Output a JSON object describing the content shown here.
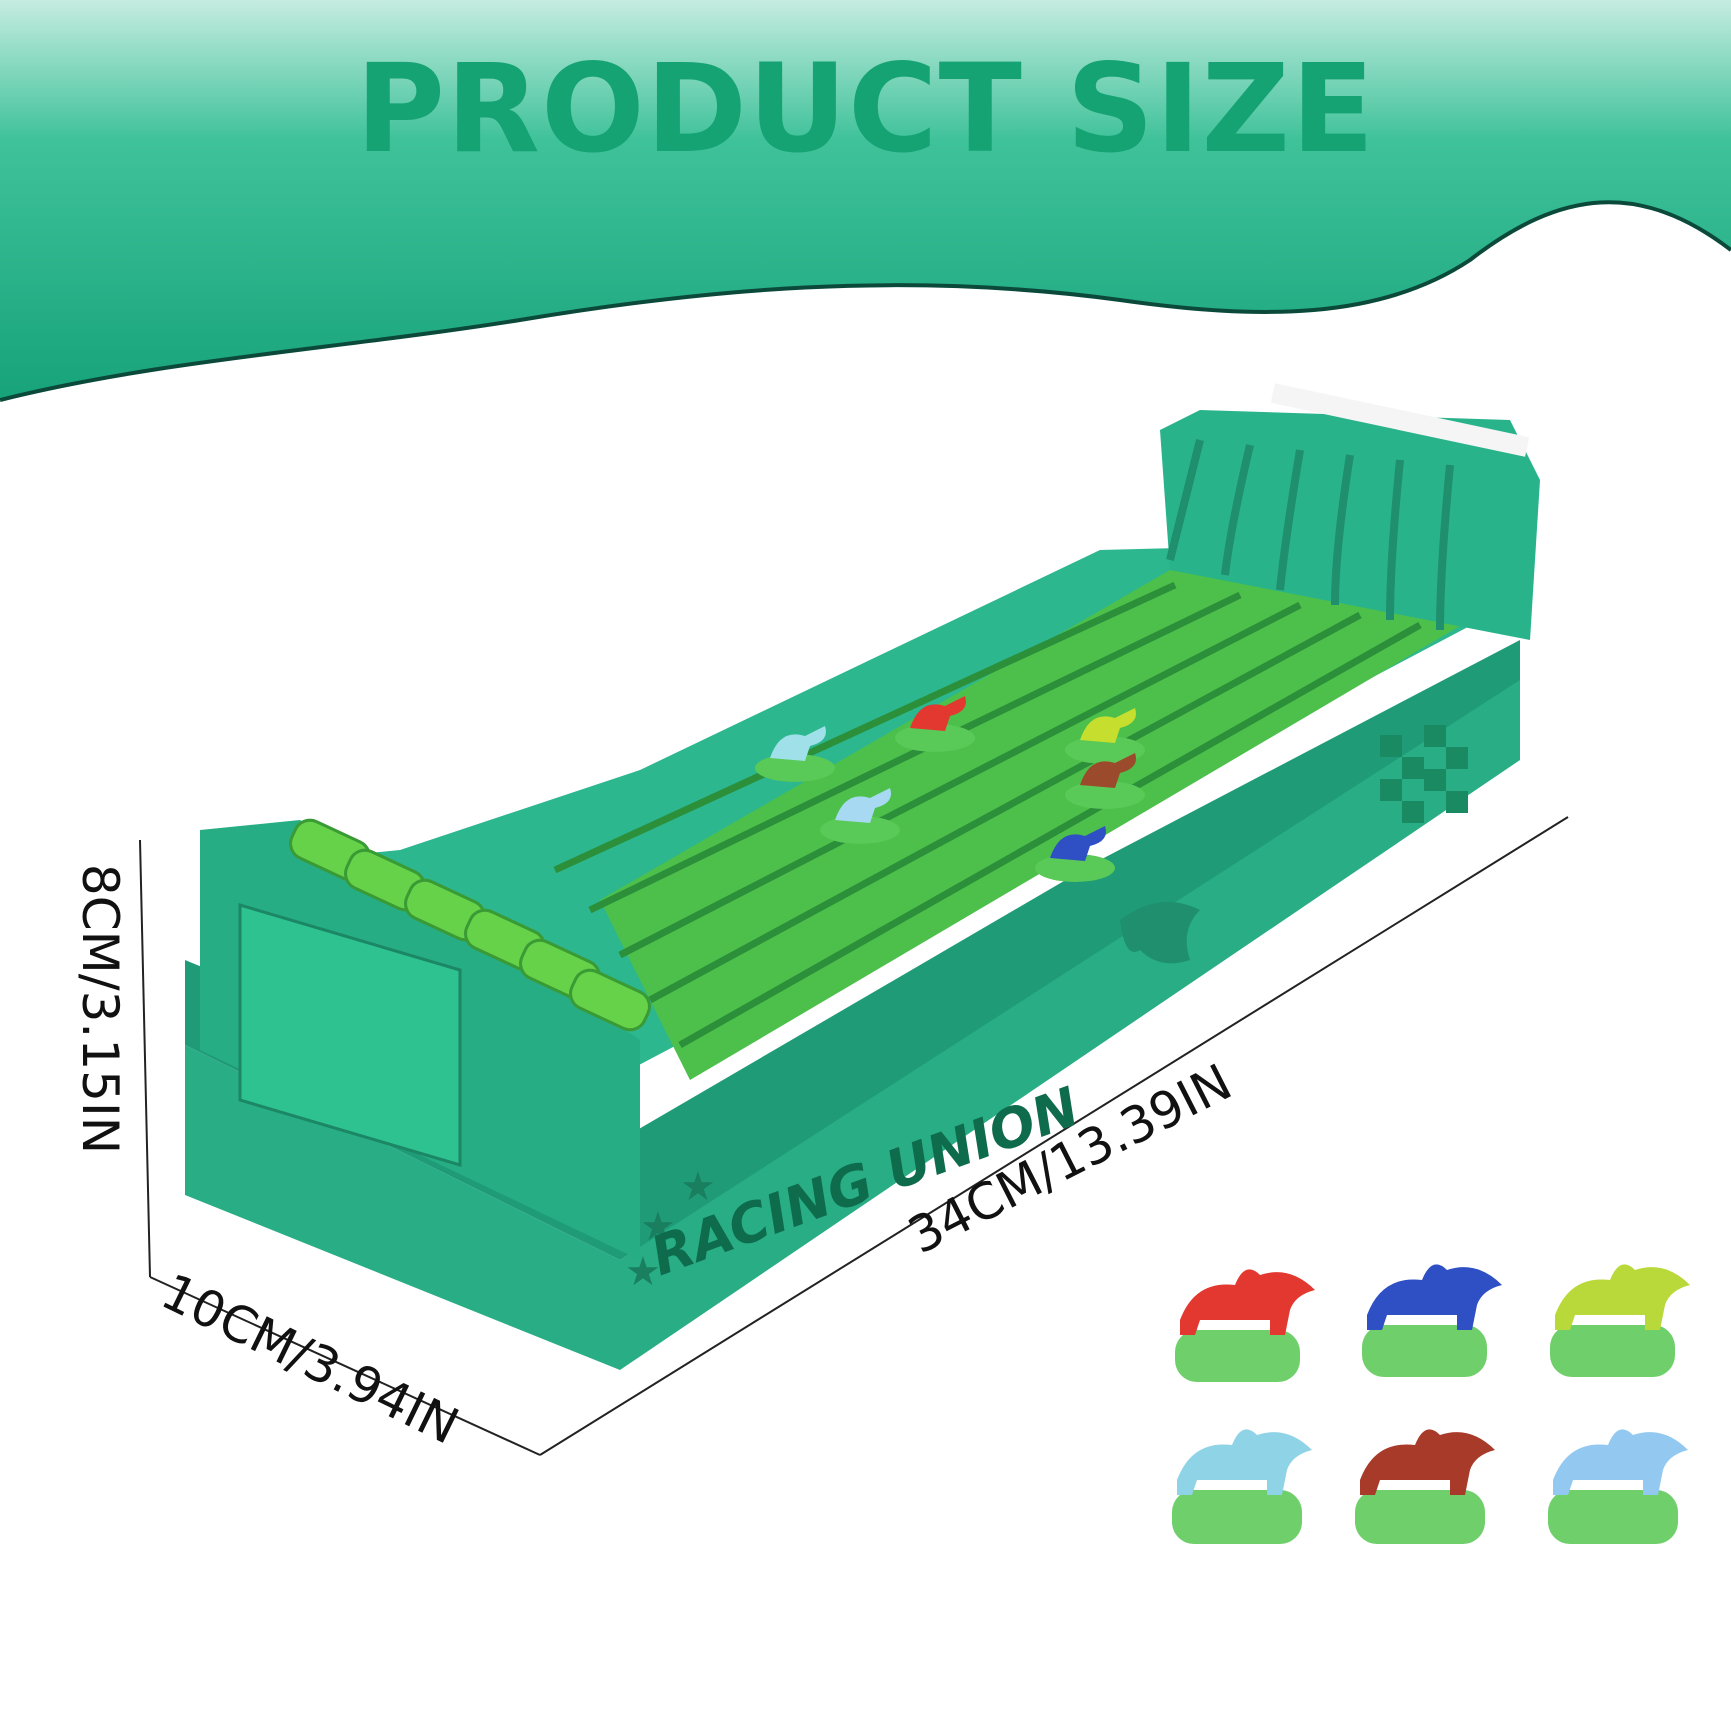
{
  "header": {
    "title": "PRODUCT SIZE"
  },
  "dimensions": {
    "height": "8CM/3.15IN",
    "depth": "10CM/3.94IN",
    "width": "34CM/13.39IN"
  },
  "product": {
    "brand_text": "RACING UNION"
  },
  "colors": {
    "accent": "#16a373",
    "header_bg": "#20b38a",
    "board": "#2db88f",
    "board_dark": "#1f9c77",
    "track": "#56c84a",
    "horses": [
      "#e2382f",
      "#2f4fc4",
      "#b9d93a",
      "#8fd3e6",
      "#a83a2a",
      "#93c8f0"
    ]
  }
}
